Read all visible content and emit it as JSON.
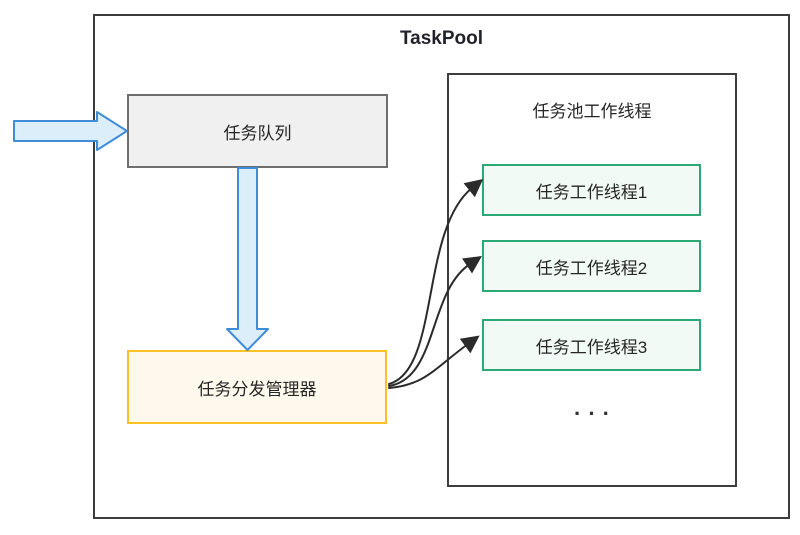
{
  "diagram": {
    "title": "TaskPool",
    "queue": {
      "label": "任务队列"
    },
    "dispatcher": {
      "label": "任务分发管理器"
    },
    "pool": {
      "title": "任务池工作线程",
      "workers": [
        {
          "label": "任务工作线程1"
        },
        {
          "label": "任务工作线程2"
        },
        {
          "label": "任务工作线程3"
        }
      ],
      "more_indicator": "···"
    },
    "colors": {
      "container_border": "#3c3c3c",
      "queue_fill": "#f0f0f0",
      "queue_border": "#6e6e6e",
      "dispatcher_fill": "#fef9ec",
      "dispatcher_border": "#fbc125",
      "worker_fill": "#f2faf6",
      "worker_border": "#2aa875",
      "flow_arrow_fill": "#ddeefb",
      "flow_arrow_border": "#3f8cd8",
      "link_arrow": "#2b2b2b"
    }
  }
}
